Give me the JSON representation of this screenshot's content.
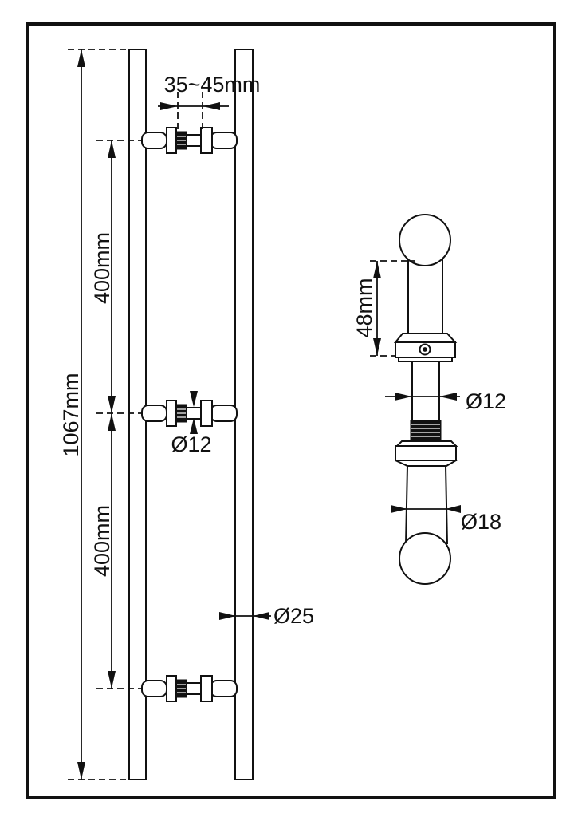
{
  "side_view": {
    "glass_thickness_label": "35~45mm",
    "overall_length_label": "1067mm",
    "upper_spacing_label": "400mm",
    "lower_spacing_label": "400mm",
    "bolt_diameter_label": "Ø12",
    "tube_diameter_label": "Ø25"
  },
  "detail_view": {
    "neck_height_label": "48mm",
    "stem_diameter_label": "Ø12",
    "post_diameter_label": "Ø18"
  },
  "colors": {
    "line": "#111111",
    "background": "#ffffff"
  }
}
